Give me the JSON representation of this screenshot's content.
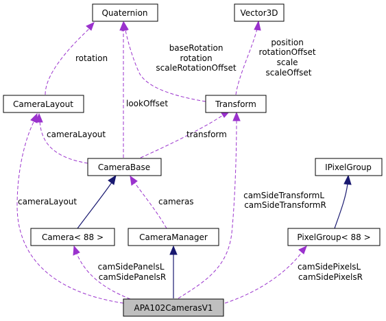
{
  "nodes": {
    "quaternion": "Quaternion",
    "vector3d": "Vector3D",
    "camera_layout": "CameraLayout",
    "transform": "Transform",
    "camera_base": "CameraBase",
    "ipixel_group": "IPixelGroup",
    "camera88": "Camera< 88 >",
    "camera_manager": "CameraManager",
    "pixel_group88": "PixelGroup< 88 >",
    "apa102": "APA102CamerasV1"
  },
  "edge_labels": {
    "rotation": "rotation",
    "transform_to_quaternion": [
      "baseRotation",
      "rotation",
      "scaleRotationOffset"
    ],
    "transform_to_vector3d": [
      "position",
      "rotationOffset",
      "scale",
      "scaleOffset"
    ],
    "look_offset": "lookOffset",
    "camera_layout_base": "cameraLayout",
    "transform_base": "transform",
    "camera_layout_apa": "cameraLayout",
    "cameras": "cameras",
    "cam_side_transform": [
      "camSideTransformL",
      "camSideTransformR"
    ],
    "cam_side_panels": [
      "camSidePanelsL",
      "camSidePanelsR"
    ],
    "cam_side_pixels": [
      "camSidePixelsL",
      "camSidePixelsR"
    ]
  },
  "colors": {
    "usage_edge": "#9a32cd",
    "inheritance_edge": "#191970",
    "focus_fill": "#bfbfbf"
  }
}
